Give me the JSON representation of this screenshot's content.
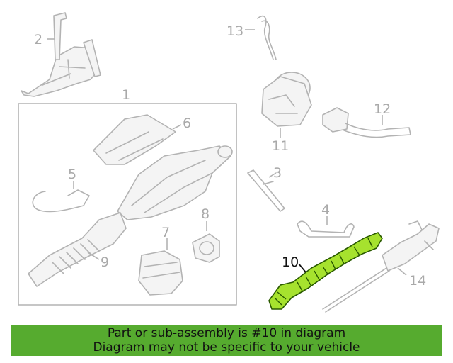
{
  "diagram": {
    "callouts": [
      {
        "id": "1",
        "label": "1"
      },
      {
        "id": "2",
        "label": "2"
      },
      {
        "id": "3",
        "label": "3"
      },
      {
        "id": "4",
        "label": "4"
      },
      {
        "id": "5",
        "label": "5"
      },
      {
        "id": "6",
        "label": "6"
      },
      {
        "id": "7",
        "label": "7"
      },
      {
        "id": "8",
        "label": "8"
      },
      {
        "id": "9",
        "label": "9"
      },
      {
        "id": "10",
        "label": "10"
      },
      {
        "id": "11",
        "label": "11"
      },
      {
        "id": "12",
        "label": "12"
      },
      {
        "id": "13",
        "label": "13"
      },
      {
        "id": "14",
        "label": "14"
      }
    ],
    "highlighted_part": "10",
    "colors": {
      "highlight": "#a6e22e",
      "highlight_outline": "#2a5a00",
      "ghost_line": "#b3b3b3",
      "banner": "#56ab2f"
    }
  },
  "banner": {
    "line1": "Part or sub-assembly is #10 in diagram",
    "line2": "Diagram may not be specific to your vehicle"
  }
}
